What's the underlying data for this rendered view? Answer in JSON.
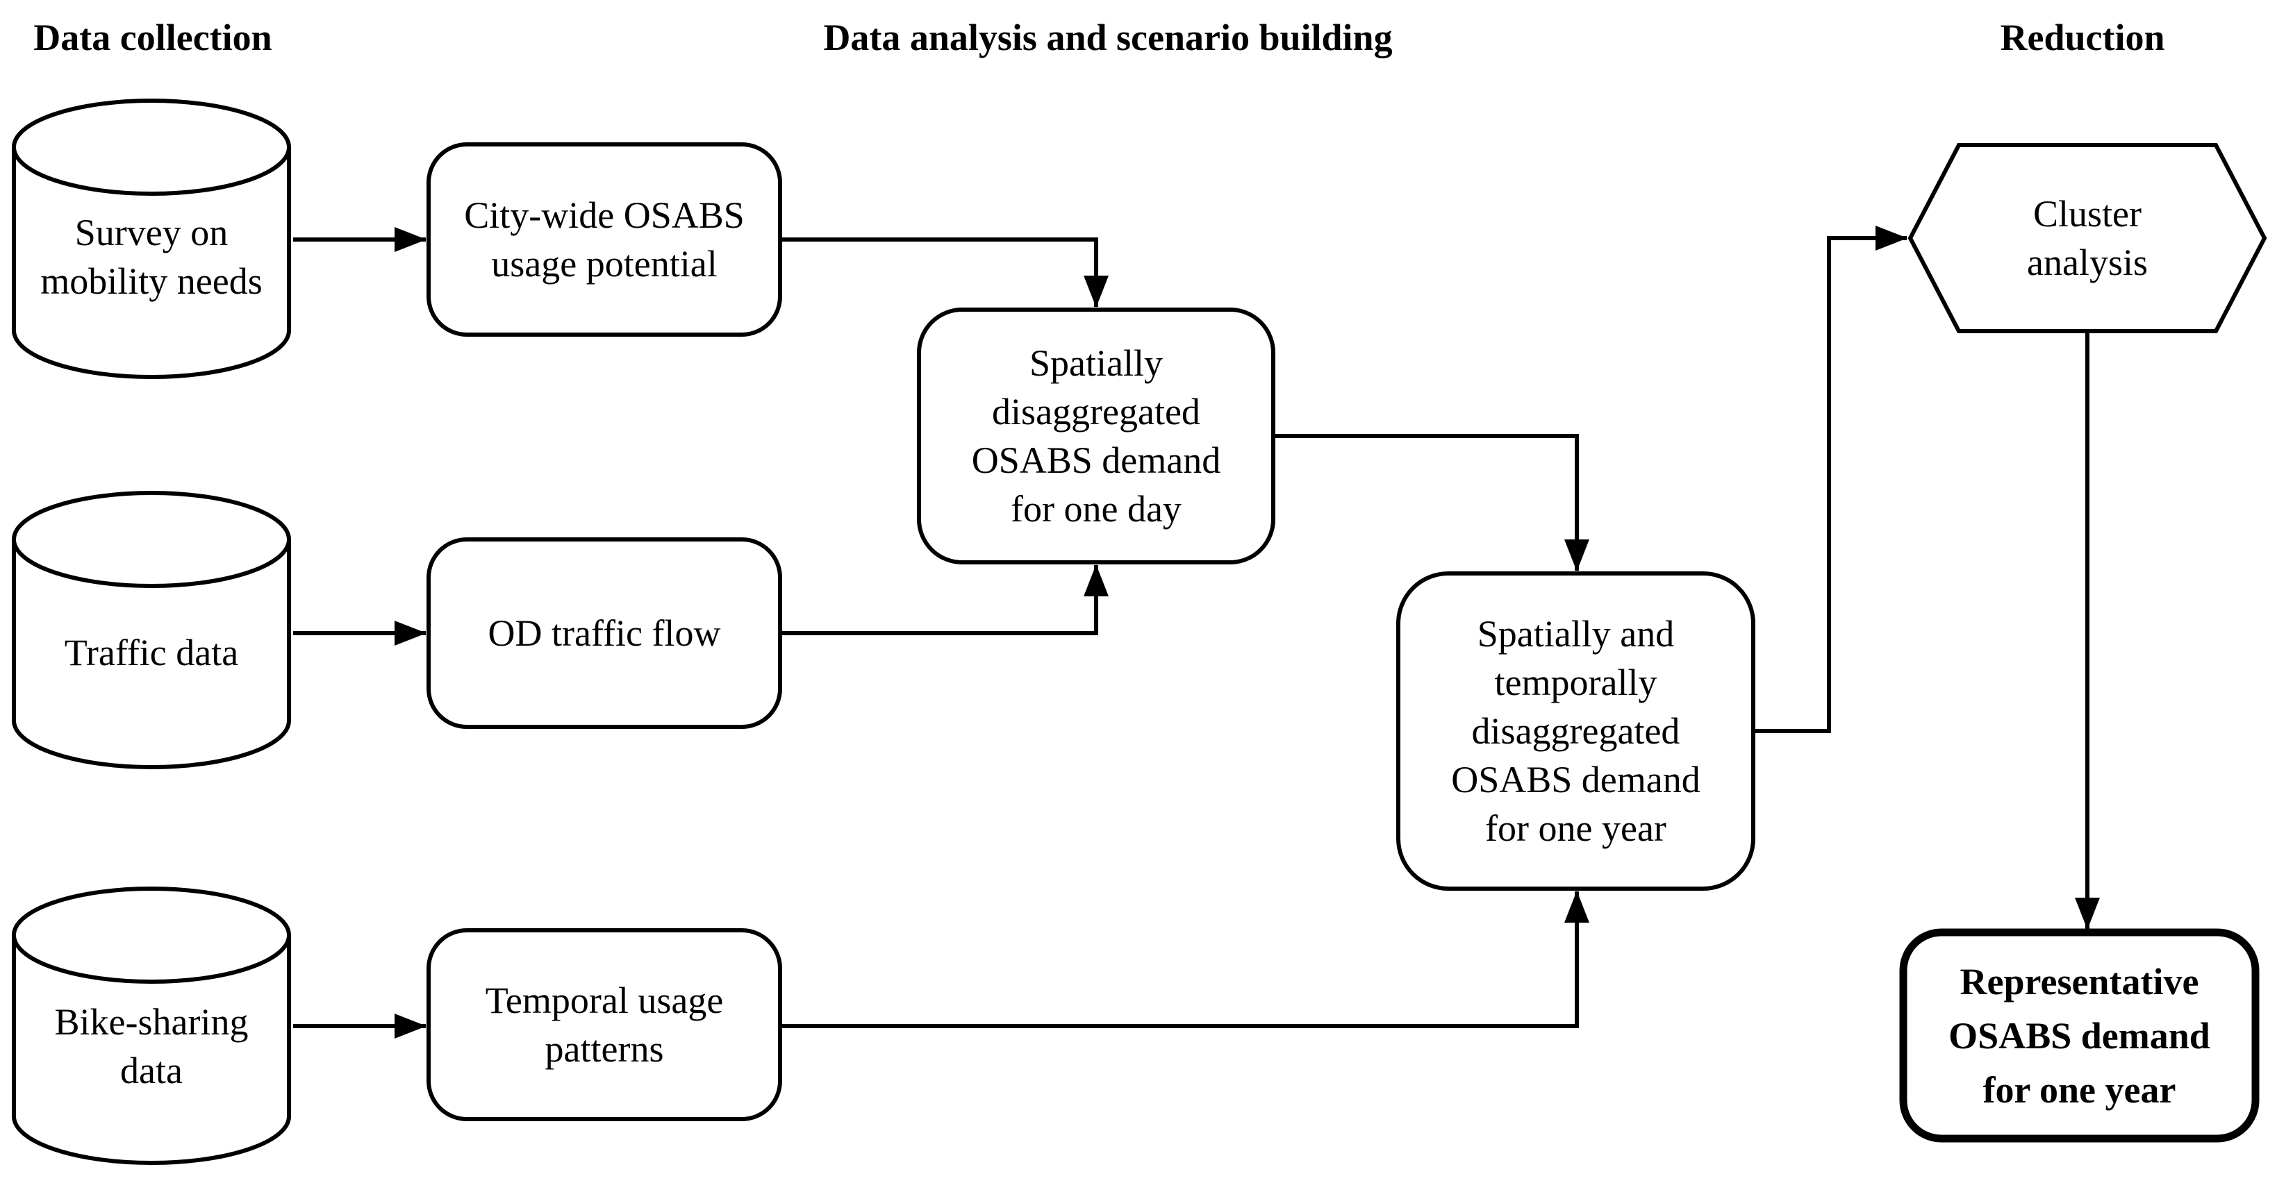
{
  "figure": {
    "title_row": {
      "data_collection": "Data collection",
      "analysis": "Data analysis and scenario building",
      "reduction": "Reduction"
    },
    "nodes": {
      "survey": {
        "label": "Survey on\nmobility needs",
        "shape": "cylinder"
      },
      "traffic": {
        "label": "Traffic data",
        "shape": "cylinder"
      },
      "bike_sharing": {
        "label": "Bike-sharing\ndata",
        "shape": "cylinder"
      },
      "citywide_potential": {
        "label": "City-wide OSABS\nusage potential",
        "shape": "rounded-rectangle"
      },
      "od_traffic_flow": {
        "label": "OD traffic flow",
        "shape": "rounded-rectangle"
      },
      "temporal_patterns": {
        "label": "Temporal usage\npatterns",
        "shape": "rounded-rectangle"
      },
      "demand_one_day": {
        "label": "Spatially\ndisaggregated\nOSABS demand\nfor one day",
        "shape": "rounded-rectangle"
      },
      "demand_one_year": {
        "label": "Spatially and\ntemporally\ndisaggregated\nOSABS demand\nfor one year",
        "shape": "rounded-rectangle"
      },
      "cluster_analysis": {
        "label": "Cluster\nanalysis",
        "shape": "hexagon"
      },
      "representative_demand": {
        "label": "Representative\nOSABS demand\nfor one year",
        "shape": "rounded-rectangle-bold"
      }
    },
    "edges": [
      {
        "from": "survey",
        "to": "citywide_potential"
      },
      {
        "from": "citywide_potential",
        "to": "demand_one_day"
      },
      {
        "from": "traffic",
        "to": "od_traffic_flow"
      },
      {
        "from": "od_traffic_flow",
        "to": "demand_one_day"
      },
      {
        "from": "demand_one_day",
        "to": "demand_one_year"
      },
      {
        "from": "bike_sharing",
        "to": "temporal_patterns"
      },
      {
        "from": "temporal_patterns",
        "to": "demand_one_year"
      },
      {
        "from": "demand_one_year",
        "to": "cluster_analysis"
      },
      {
        "from": "cluster_analysis",
        "to": "representative_demand"
      }
    ],
    "colors": {
      "line": "#000000",
      "background": "#ffffff",
      "text": "#000000"
    }
  }
}
